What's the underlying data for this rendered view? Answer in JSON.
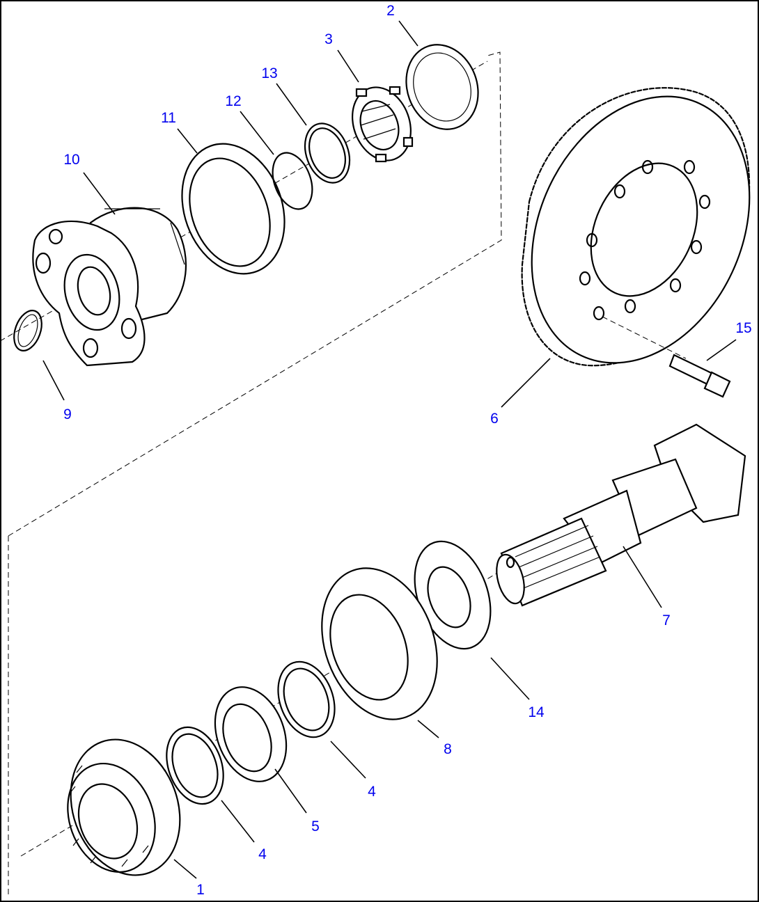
{
  "diagram": {
    "callouts": [
      {
        "id": "1",
        "text": "1"
      },
      {
        "id": "2",
        "text": "2"
      },
      {
        "id": "3",
        "text": "3"
      },
      {
        "id": "4a",
        "text": "4"
      },
      {
        "id": "4b",
        "text": "4"
      },
      {
        "id": "5",
        "text": "5"
      },
      {
        "id": "6",
        "text": "6"
      },
      {
        "id": "7",
        "text": "7"
      },
      {
        "id": "8",
        "text": "8"
      },
      {
        "id": "9",
        "text": "9"
      },
      {
        "id": "10",
        "text": "10"
      },
      {
        "id": "11",
        "text": "11"
      },
      {
        "id": "12",
        "text": "12"
      },
      {
        "id": "13",
        "text": "13"
      },
      {
        "id": "14",
        "text": "14"
      },
      {
        "id": "15",
        "text": "15"
      }
    ],
    "colors": {
      "callout": "#0000ee",
      "line": "#000000",
      "background": "#ffffff"
    }
  }
}
